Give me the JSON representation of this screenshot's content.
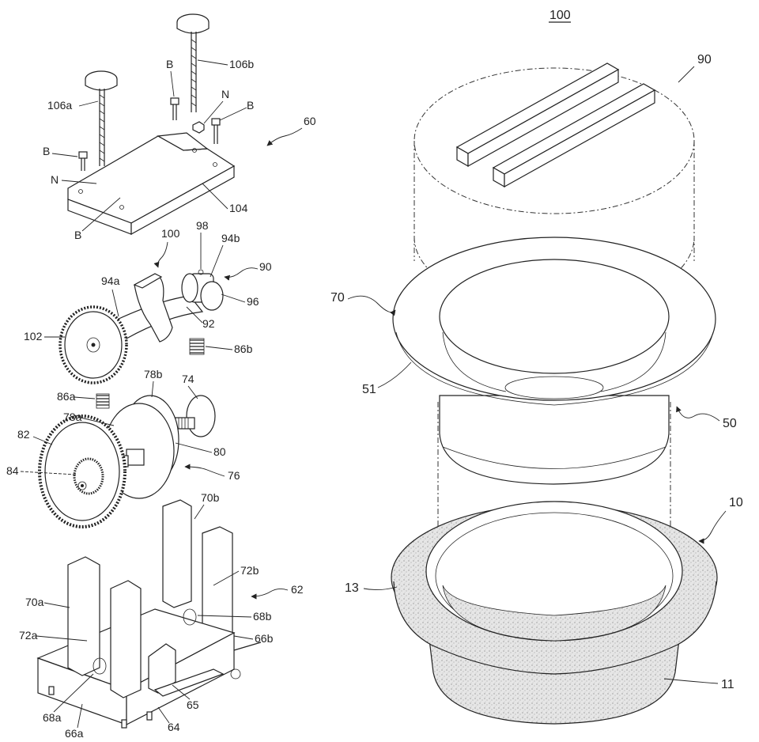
{
  "figure": {
    "main_ref": "100",
    "labels": {
      "l106a": "106a",
      "l106b": "106b",
      "lB1": "B",
      "lB2": "B",
      "lB3": "B",
      "lB4": "B",
      "lN1": "N",
      "lN2": "N",
      "l60": "60",
      "l104": "104",
      "l100s": "100",
      "l98": "98",
      "l94b": "94b",
      "l90s": "90",
      "l94a": "94a",
      "l96": "96",
      "l92": "92",
      "l102": "102",
      "l86b": "86b",
      "l78b": "78b",
      "l74": "74",
      "l86a": "86a",
      "l78a": "78a",
      "l82": "82",
      "l80": "80",
      "l84": "84",
      "l76": "76",
      "l70b": "70b",
      "l72b": "72b",
      "l62": "62",
      "l70a": "70a",
      "l68b": "68b",
      "l72a": "72a",
      "l66b": "66b",
      "l65": "65",
      "l68a": "68a",
      "l64": "64",
      "l66a": "66a",
      "r90": "90",
      "r70": "70",
      "r51": "51",
      "r50": "50",
      "r10": "10",
      "r13": "13",
      "r11": "11"
    }
  }
}
